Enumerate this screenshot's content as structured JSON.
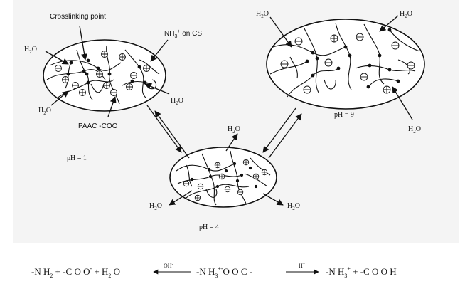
{
  "labels": {
    "crosslink": "Crosslinking point",
    "nh3": "NH",
    "nh3_sub": "3",
    "nh3_sup": "+",
    "nh3_suffix": " on CS",
    "paac": "PAAC  -COO",
    "ph1": "pH = 1",
    "ph4": "pH = 4",
    "ph9": "pH = 9",
    "water": "H",
    "water_sub": "2",
    "water_end": "O"
  },
  "equation": {
    "left": "-N H",
    "left_sub": "2",
    "left_rest": " + -C O O",
    "left_sup": "-",
    "left_tail": " + H",
    "left_tail_sub": "2",
    "left_tail_end": " O",
    "arrow1_label": "OH",
    "arrow1_sup": "-",
    "middle": "-N H",
    "middle_sub": "3",
    "middle_sup": "+-",
    "middle_rest": "O O C -",
    "arrow2_label": "H",
    "arrow2_sup": "+",
    "right": "-N H",
    "right_sub": "3",
    "right_sup": "+",
    "right_rest": " + -C O O H"
  },
  "colors": {
    "line": "#111111",
    "panel": "#f4f4f4"
  }
}
